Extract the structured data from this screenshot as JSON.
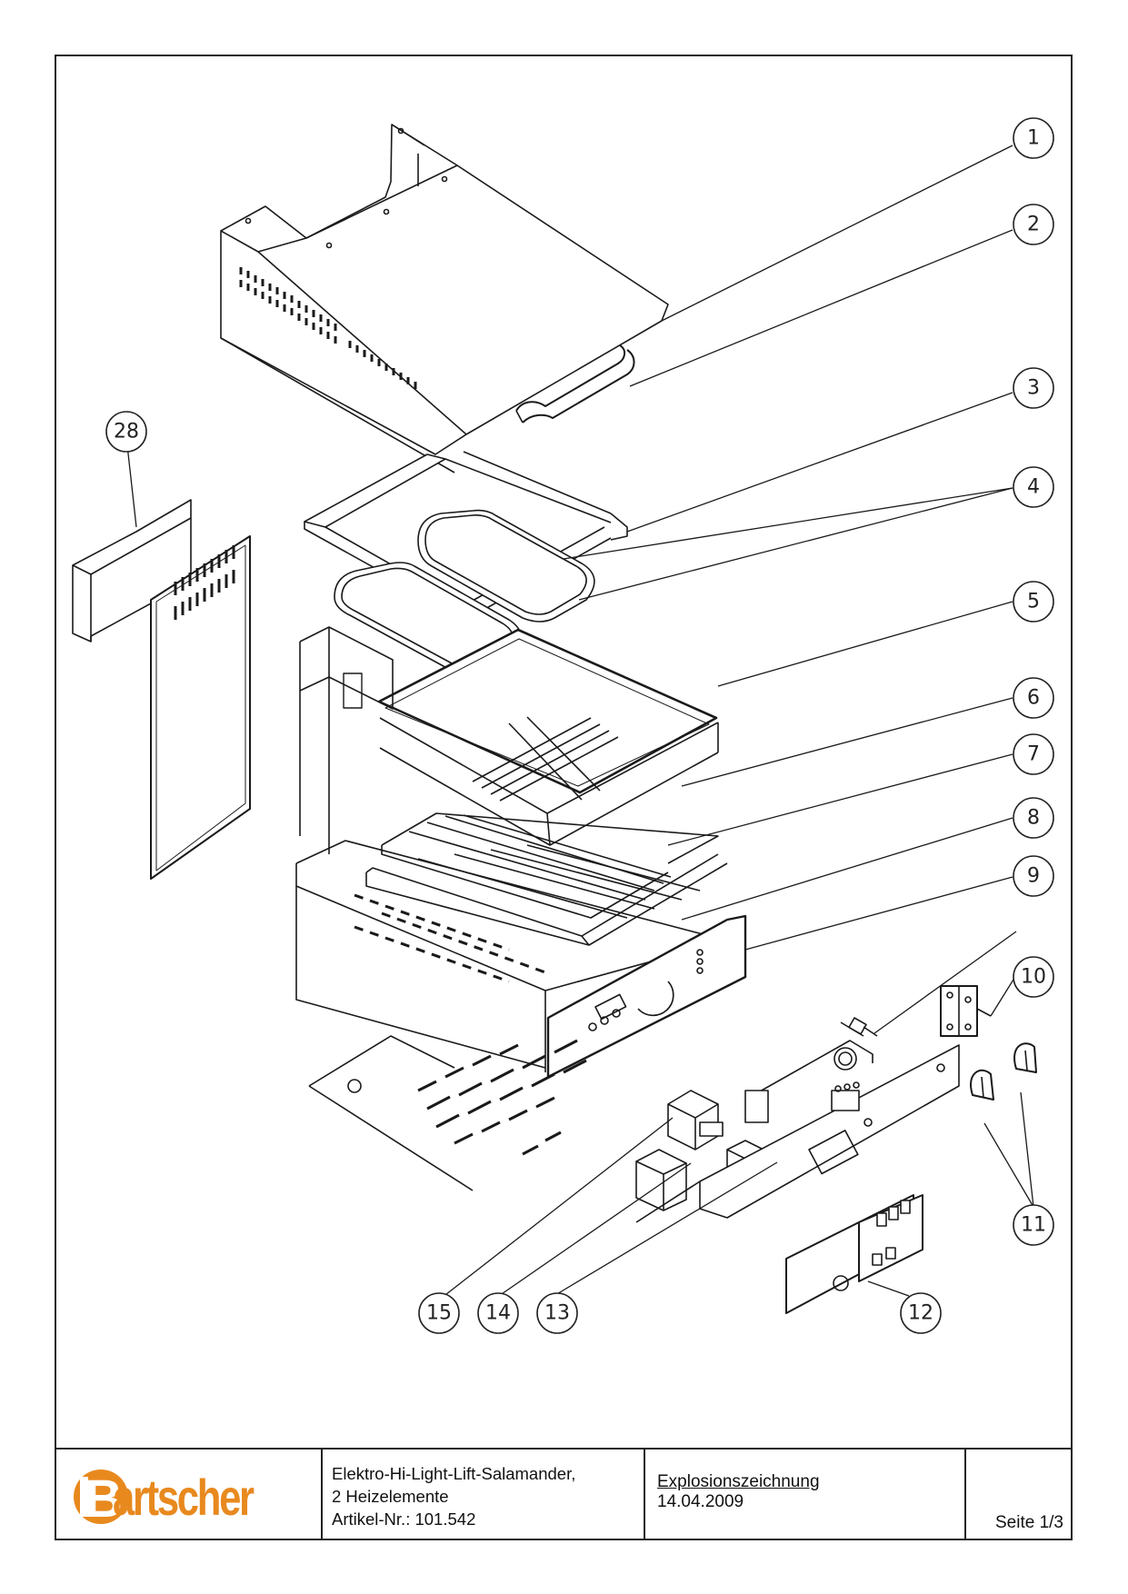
{
  "document": {
    "type": "exploded-view parts drawing",
    "brand": {
      "name": "Bartscher",
      "logo_initial": "B",
      "logo_rest": "artscher",
      "color": "#e8891e"
    }
  },
  "title_block": {
    "description_lines": [
      "Elektro-Hi-Light-Lift-Salamander,",
      "2 Heizelemente",
      "Artikel-Nr.: 101.542"
    ],
    "drawing_type": "Explosionszeichnung",
    "date": "14.04.2009",
    "page": "Seite 1/3"
  },
  "callouts": [
    {
      "id": "1",
      "label": "1"
    },
    {
      "id": "2",
      "label": "2"
    },
    {
      "id": "3",
      "label": "3"
    },
    {
      "id": "4",
      "label": "4"
    },
    {
      "id": "5",
      "label": "5"
    },
    {
      "id": "6",
      "label": "6"
    },
    {
      "id": "7",
      "label": "7"
    },
    {
      "id": "8",
      "label": "8"
    },
    {
      "id": "9",
      "label": "9"
    },
    {
      "id": "10",
      "label": "10"
    },
    {
      "id": "11",
      "label": "11"
    },
    {
      "id": "12",
      "label": "12"
    },
    {
      "id": "13",
      "label": "13"
    },
    {
      "id": "14",
      "label": "14"
    },
    {
      "id": "15",
      "label": "15"
    },
    {
      "id": "28",
      "label": "28"
    }
  ]
}
